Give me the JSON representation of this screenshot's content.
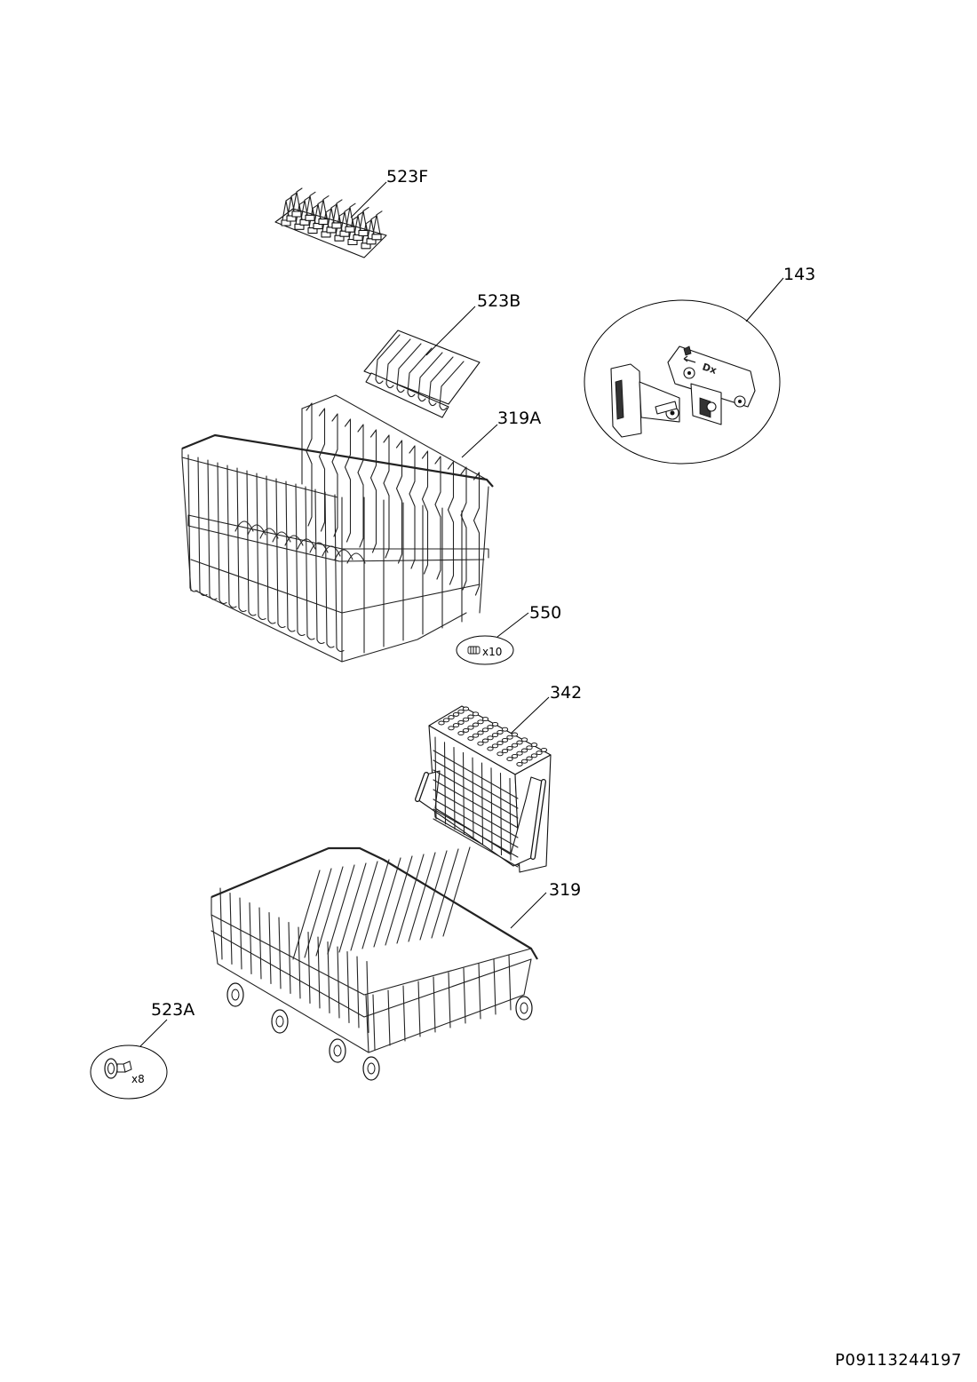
{
  "diagram": {
    "document_number": "P09113244197",
    "parts": [
      {
        "id": "523F",
        "label": "523F"
      },
      {
        "id": "523B",
        "label": "523B"
      },
      {
        "id": "143",
        "label": "143"
      },
      {
        "id": "319A",
        "label": "319A"
      },
      {
        "id": "550",
        "label": "550",
        "quantity": "x10"
      },
      {
        "id": "342",
        "label": "342"
      },
      {
        "id": "319",
        "label": "319"
      },
      {
        "id": "523A",
        "label": "523A",
        "quantity": "x8"
      }
    ],
    "detail_markings": {
      "bracket_text": "Dx"
    }
  }
}
